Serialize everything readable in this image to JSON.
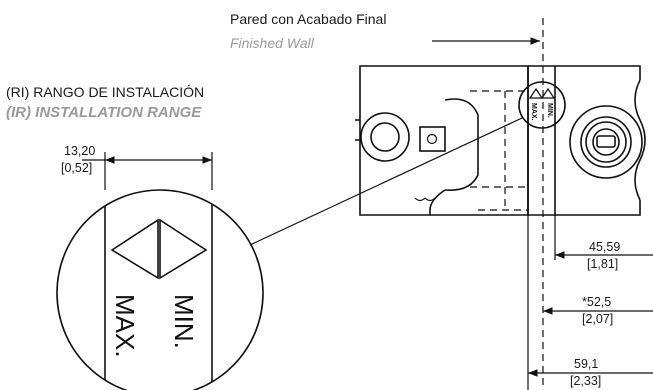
{
  "labels": {
    "wall_es": "Pared con Acabado Final",
    "wall_en": "Finished Wall",
    "range_es": "(RI)  RANGO DE INSTALACIÓN",
    "range_en": "(IR)  INSTALLATION RANGE"
  },
  "dimensions": {
    "d1_mm": "13,20",
    "d1_in": "[0,52]",
    "d2_mm": "45,59",
    "d2_in": "[1,81]",
    "d3_mm": "*52,5",
    "d3_in": "[2,07]",
    "d4_mm": "59,1",
    "d4_in": "[2,33]"
  },
  "markings": {
    "min": "MIN.",
    "max": "MAX."
  }
}
